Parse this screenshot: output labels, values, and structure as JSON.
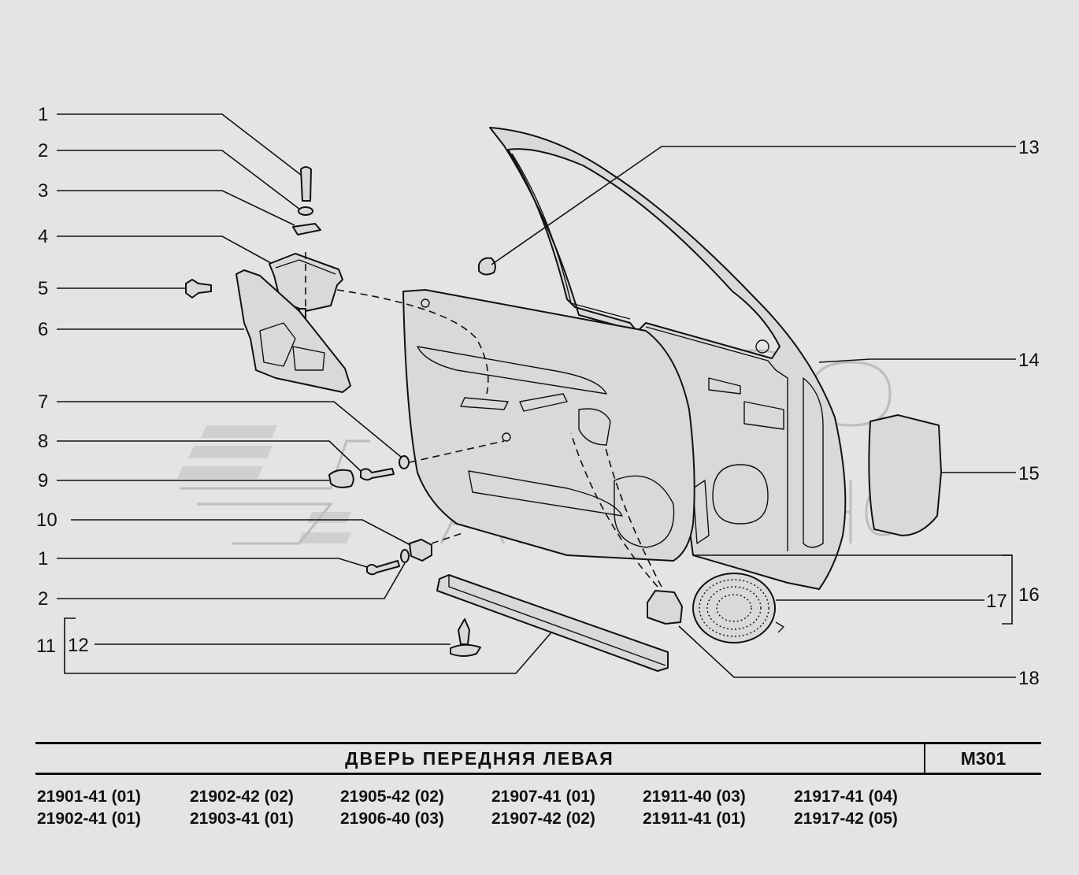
{
  "callouts": [
    {
      "id": "c1a",
      "label": "1"
    },
    {
      "id": "c2a",
      "label": "2"
    },
    {
      "id": "c3",
      "label": "3"
    },
    {
      "id": "c4",
      "label": "4"
    },
    {
      "id": "c5",
      "label": "5"
    },
    {
      "id": "c6",
      "label": "6"
    },
    {
      "id": "c7",
      "label": "7"
    },
    {
      "id": "c8",
      "label": "8"
    },
    {
      "id": "c9",
      "label": "9"
    },
    {
      "id": "c10",
      "label": "10"
    },
    {
      "id": "c1b",
      "label": "1"
    },
    {
      "id": "c2b",
      "label": "2"
    },
    {
      "id": "c11",
      "label": "11"
    },
    {
      "id": "c12",
      "label": "12"
    },
    {
      "id": "c13",
      "label": "13"
    },
    {
      "id": "c14",
      "label": "14"
    },
    {
      "id": "c15",
      "label": "15"
    },
    {
      "id": "c16",
      "label": "16"
    },
    {
      "id": "c17",
      "label": "17"
    },
    {
      "id": "c18",
      "label": "18"
    }
  ],
  "title": {
    "name": "ДВЕРЬ  ПЕРЕДНЯЯ  ЛЕВАЯ",
    "code": "M301"
  },
  "models": [
    [
      "21901-41 (01)",
      "21902-41 (01)"
    ],
    [
      "21902-42 (02)",
      "21903-41 (01)"
    ],
    [
      "21905-42 (02)",
      "21906-40 (03)"
    ],
    [
      "21907-41 (01)",
      "21907-42 (02)"
    ],
    [
      "21911-40 (03)",
      "21911-41 (01)"
    ],
    [
      "21917-41 (04)",
      "21917-42 (05)"
    ]
  ],
  "colors": {
    "background": "#e4e4e4",
    "line": "#111111",
    "watermark": "#bdbdbd"
  }
}
